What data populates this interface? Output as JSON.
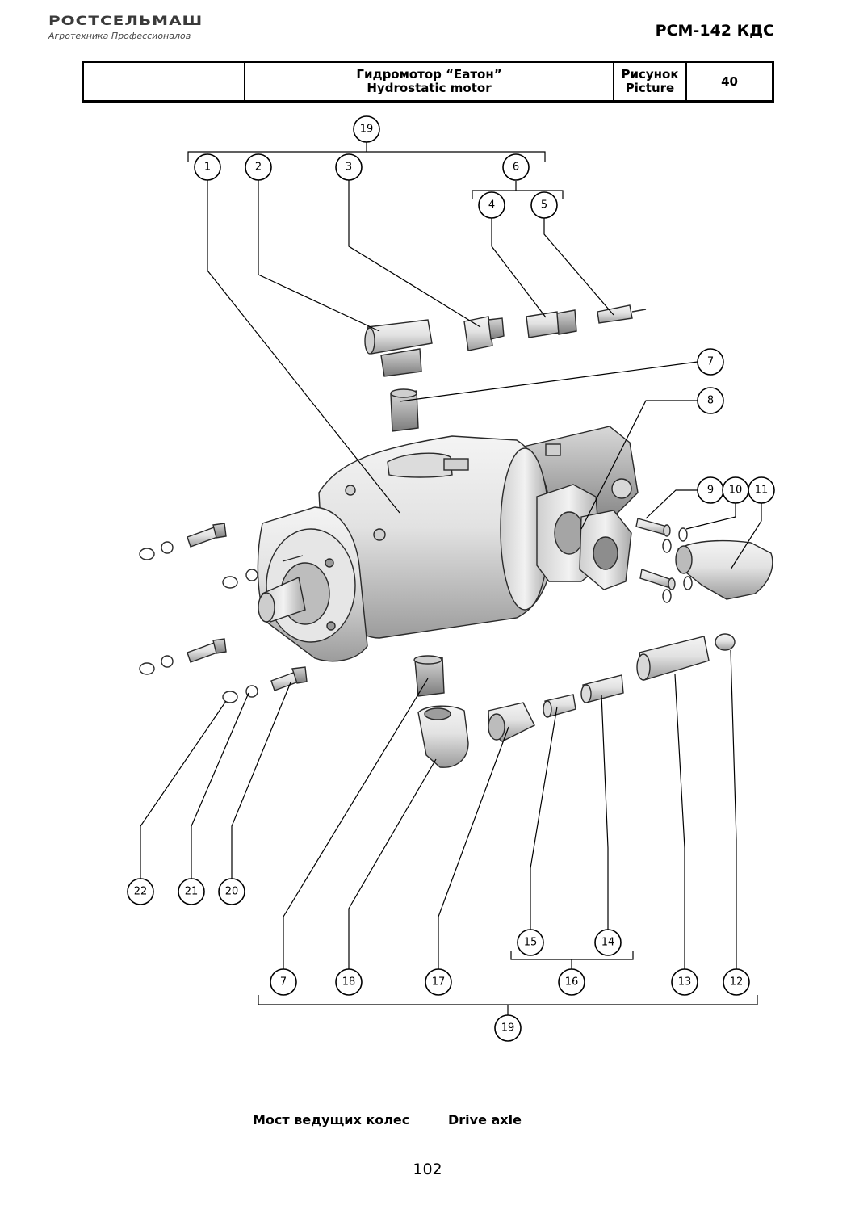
{
  "header": {
    "logo_text": "РОСТСЕЛЬМАШ",
    "logo_tagline": "Агротехника Профессионалов",
    "model": "РСМ-142 КДС"
  },
  "title_block": {
    "left": "",
    "title_ru": "Гидромотор “Еатон”",
    "title_en": "Hydrostatic motor",
    "picture_ru": "Рисунок",
    "picture_en": "Picture",
    "picture_number": "40"
  },
  "callouts": {
    "c19_top": "19",
    "c1": "1",
    "c2": "2",
    "c3": "3",
    "c6": "6",
    "c4": "4",
    "c5": "5",
    "c7_top": "7",
    "c8": "8",
    "c9": "9",
    "c10": "10",
    "c11": "11",
    "c22": "22",
    "c21": "21",
    "c20": "20",
    "c15": "15",
    "c14": "14",
    "c7_bottom": "7",
    "c18": "18",
    "c17": "17",
    "c16": "16",
    "c13": "13",
    "c12": "12",
    "c19_bottom": "19"
  },
  "footer": {
    "section_ru": "Мост ведущих колес",
    "section_en": "Drive axle",
    "page_number": "102"
  }
}
